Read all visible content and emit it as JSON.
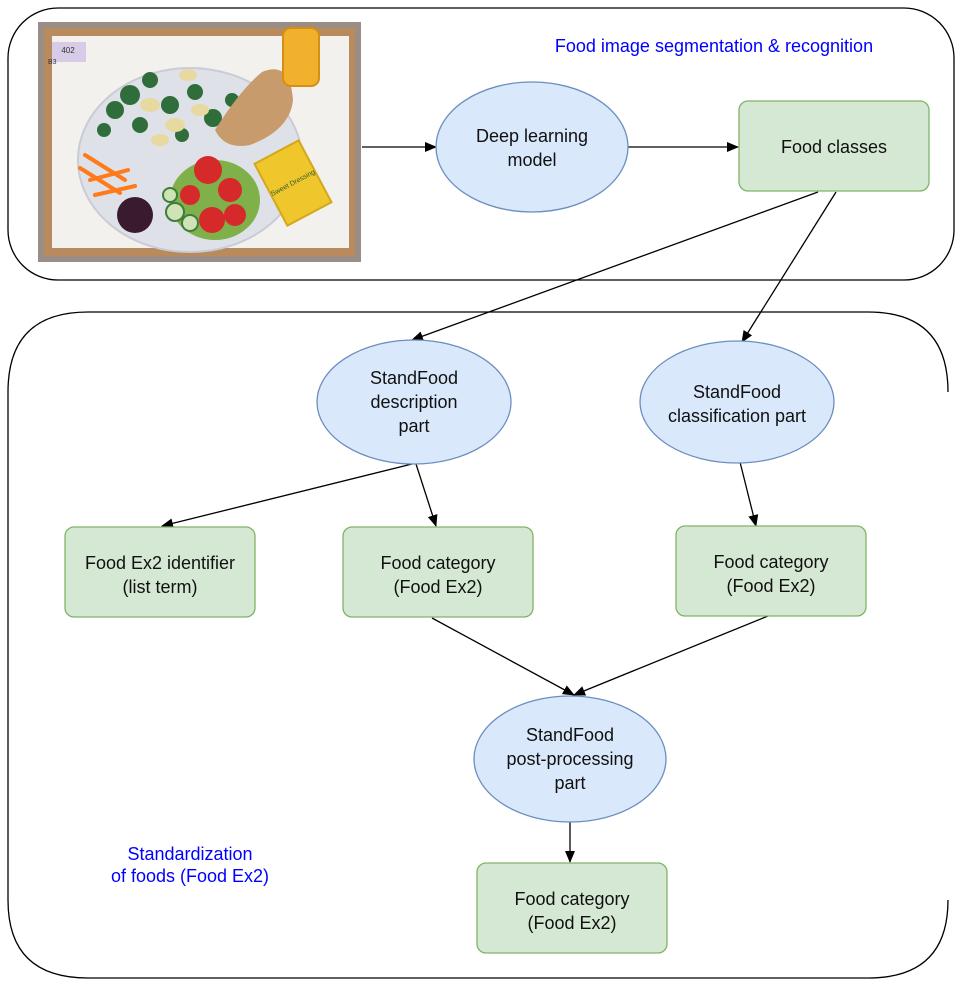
{
  "colors": {
    "ellipse_fill": "#dae8fc",
    "ellipse_stroke": "#6c8ebf",
    "box_fill": "#d5e8d4",
    "box_stroke": "#82b366",
    "panel_stroke": "#000000",
    "caption_text": "#0000ff",
    "arrow": "#000000"
  },
  "top_panel": {
    "caption": "Food image segmentation & recognition",
    "photo_tag_1": "402",
    "photo_tag_2": "B3",
    "photo_packet_text": "Sweet Dressing"
  },
  "bottom_panel": {
    "caption_line1": "Standardization",
    "caption_line2": "of foods (Food Ex2)"
  },
  "nodes": {
    "deep_learning": {
      "line1": "Deep learning",
      "line2": "model"
    },
    "food_classes": {
      "line1": "Food classes"
    },
    "description_part": {
      "line1": "StandFood",
      "line2": "description",
      "line3": "part"
    },
    "classification_part": {
      "line1": "StandFood",
      "line2": "classification part"
    },
    "identifier": {
      "line1": "Food Ex2 identifier",
      "line2": "(list term)"
    },
    "category_a": {
      "line1": "Food category",
      "line2": "(Food Ex2)"
    },
    "category_b": {
      "line1": "Food category",
      "line2": "(Food Ex2)"
    },
    "postprocessing_part": {
      "line1": "StandFood",
      "line2": "post-processing",
      "line3": "part"
    },
    "category_final": {
      "line1": "Food category",
      "line2": "(Food Ex2)"
    }
  },
  "edges": [
    {
      "from": "photo",
      "to": "deep_learning"
    },
    {
      "from": "deep_learning",
      "to": "food_classes"
    },
    {
      "from": "food_classes",
      "to": "description_part"
    },
    {
      "from": "food_classes",
      "to": "classification_part"
    },
    {
      "from": "description_part",
      "to": "identifier"
    },
    {
      "from": "description_part",
      "to": "category_a"
    },
    {
      "from": "classification_part",
      "to": "category_b"
    },
    {
      "from": "category_a",
      "to": "postprocessing_part"
    },
    {
      "from": "category_b",
      "to": "postprocessing_part"
    },
    {
      "from": "postprocessing_part",
      "to": "category_final"
    }
  ]
}
